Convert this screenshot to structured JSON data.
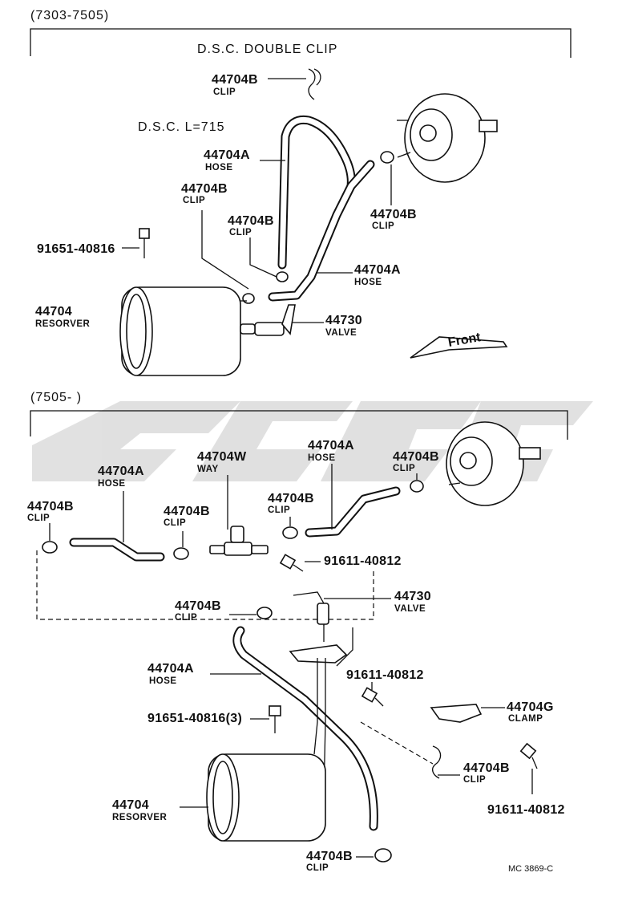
{
  "sections": {
    "top": {
      "date_range": "(7303-7505)",
      "title": "D.S.C.  DOUBLE CLIP",
      "note": "D.S.C.  L=715"
    },
    "bottom": {
      "date_range": "(7505-        )"
    }
  },
  "front_label": "Front",
  "catalog_code": "MC 3869-C",
  "top_labels": [
    {
      "num": "44704B",
      "name": "CLIP"
    },
    {
      "num": "44704A",
      "name": "HOSE"
    },
    {
      "num": "44704B",
      "name": "CLIP"
    },
    {
      "num": "44704B",
      "name": "CLIP"
    },
    {
      "num": "44704B",
      "name": "CLIP"
    },
    {
      "num": "91651-40816",
      "name": ""
    },
    {
      "num": "44704A",
      "name": "HOSE"
    },
    {
      "num": "44704",
      "name": "RESORVER"
    },
    {
      "num": "44730",
      "name": "VALVE"
    }
  ],
  "bottom_labels": [
    {
      "num": "44704A",
      "name": "HOSE"
    },
    {
      "num": "44704B",
      "name": "CLIP"
    },
    {
      "num": "44704W",
      "name": "WAY"
    },
    {
      "num": "44704A",
      "name": "HOSE"
    },
    {
      "num": "44704B",
      "name": "CLIP"
    },
    {
      "num": "44704B",
      "name": "CLIP"
    },
    {
      "num": "44704B",
      "name": "CLIP"
    },
    {
      "num": "91611-40812",
      "name": ""
    },
    {
      "num": "44704B",
      "name": "CLIP"
    },
    {
      "num": "44730",
      "name": "VALVE"
    },
    {
      "num": "44704A",
      "name": "HOSE"
    },
    {
      "num": "91611-40812",
      "name": ""
    },
    {
      "num": "44704G",
      "name": "CLAMP"
    },
    {
      "num": "91651-40816(3)",
      "name": ""
    },
    {
      "num": "44704B",
      "name": "CLIP"
    },
    {
      "num": "44704",
      "name": "RESORVER"
    },
    {
      "num": "91611-40812",
      "name": ""
    },
    {
      "num": "44704B",
      "name": "CLIP"
    }
  ]
}
